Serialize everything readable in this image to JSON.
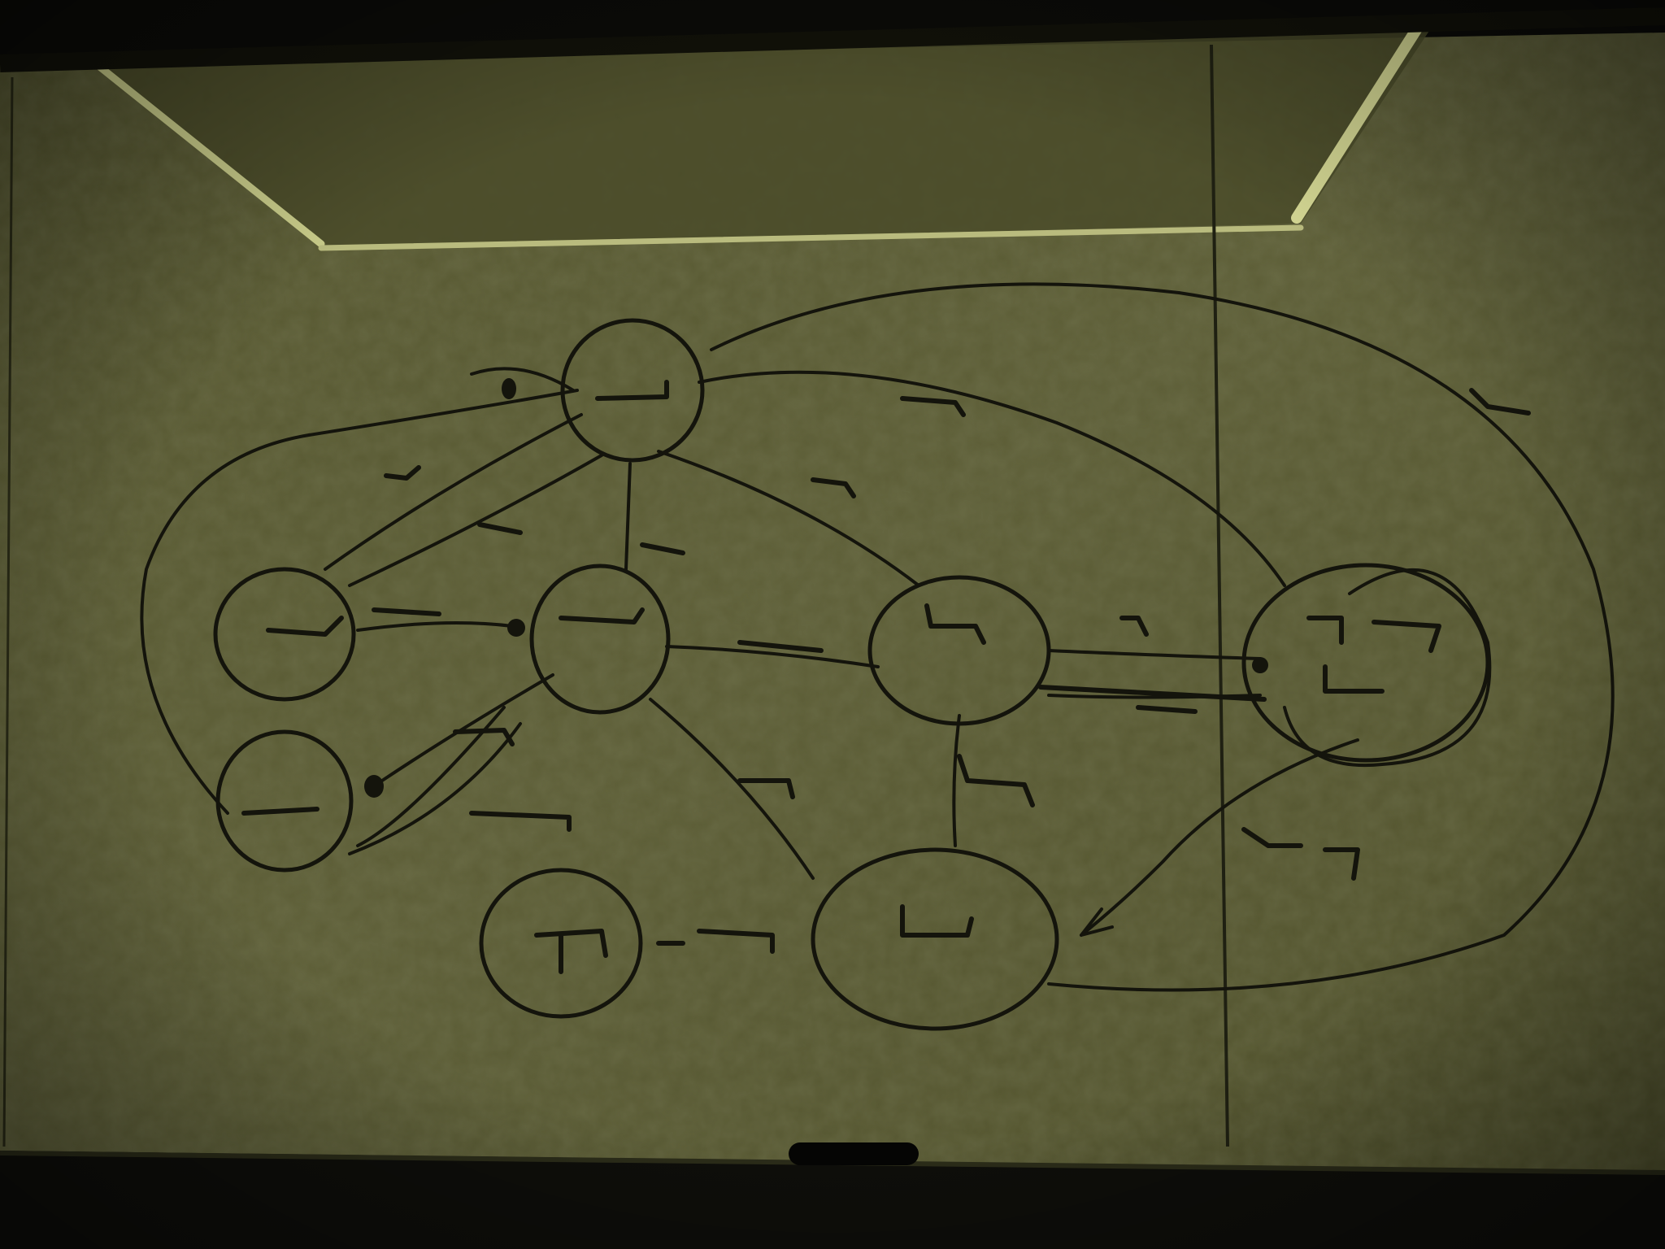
{
  "scene": {
    "subject": "whiteboard-graph-diagram",
    "colors": {
      "board": "#5b5c36",
      "board_dark": "#3c3d22",
      "ink": "#14140c",
      "frame_highlight": "#c9cc8a",
      "background": "#0b0b08"
    },
    "nodes": [
      "node-top",
      "node-left-upper",
      "node-center",
      "node-left-lower",
      "node-mid-right",
      "node-far-right",
      "node-bottom-center",
      "node-bottom-right"
    ],
    "marks_illegible": true
  }
}
